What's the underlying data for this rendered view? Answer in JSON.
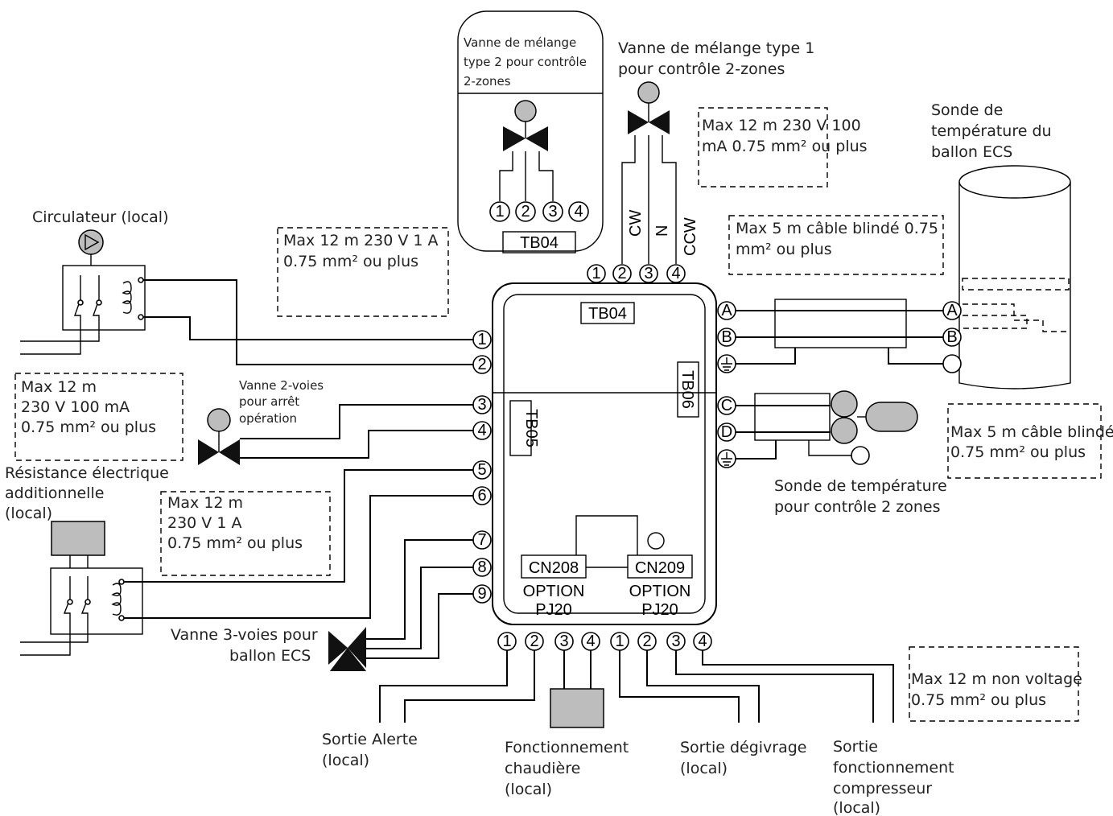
{
  "title": "",
  "labels": {
    "circulateur": "Circulateur (local)",
    "vanne2voies": [
      "Vanne 2-voies",
      "pour arrêt",
      "opération"
    ],
    "resistance": [
      "Résistance électrique",
      "additionnelle",
      "(local)"
    ],
    "vanne3voies": [
      "Vanne 3-voies pour",
      "ballon ECS"
    ],
    "vanneType2": [
      "Vanne de mélange",
      "type 2 pour contrôle",
      "2-zones"
    ],
    "vanneType1": [
      "Vanne de mélange type 1",
      "pour contrôle 2-zones"
    ],
    "sondeECS": [
      "Sonde de",
      "température du",
      "ballon ECS"
    ],
    "sonde2zones": [
      "Sonde de température",
      "pour contrôle 2 zones"
    ],
    "sortieAlerte": [
      "Sortie Alerte",
      "(local)"
    ],
    "chaudiere": [
      "Fonctionnement",
      "chaudière",
      "(local)"
    ],
    "degivrage": [
      "Sortie dégivrage",
      "(local)"
    ],
    "compresseur": [
      "Sortie",
      "fonctionnement",
      "compresseur",
      "(local)"
    ]
  },
  "specs": {
    "vanne1": [
      "Max 12 m 230 V 100",
      "mA 0.75 mm² ou plus"
    ],
    "circ": [
      "Max 12 m 230 V 1 A",
      "0.75 mm² ou plus"
    ],
    "v2": [
      "Max 12 m",
      "230 V 100 mA",
      "0.75 mm² ou plus"
    ],
    "res": [
      "Max 12 m",
      "230 V 1 A",
      "0.75 mm² ou plus"
    ],
    "ecs": [
      "Max 5 m câble blindé 0.75",
      "mm² ou plus"
    ],
    "zones": [
      "Max 5 m câble blindé",
      "0.75 mm² ou plus"
    ],
    "nonvolt": [
      "Max 12 m non voltage",
      "0.75 mm² ou plus"
    ]
  },
  "blocks": {
    "tb04_top": "TB04",
    "tb04_main": "TB04",
    "tb05": "TB05",
    "tb06": "TB06",
    "cn208": "CN208",
    "cn209": "CN209",
    "option": "OPTION",
    "pj20": "PJ20"
  },
  "wires": {
    "cw": "CW",
    "n": "N",
    "ccw": "CCW"
  },
  "terminals": {
    "left": [
      "1",
      "2",
      "3",
      "4",
      "5",
      "6",
      "7",
      "8",
      "9"
    ],
    "top": [
      "1",
      "2",
      "3",
      "4"
    ],
    "inset": [
      "1",
      "2",
      "3",
      "4"
    ],
    "bottom": [
      "1",
      "2",
      "3",
      "4",
      "1",
      "2",
      "3",
      "4"
    ],
    "right": [
      "A",
      "B",
      "C",
      "D"
    ],
    "tank": [
      "A",
      "B"
    ]
  }
}
